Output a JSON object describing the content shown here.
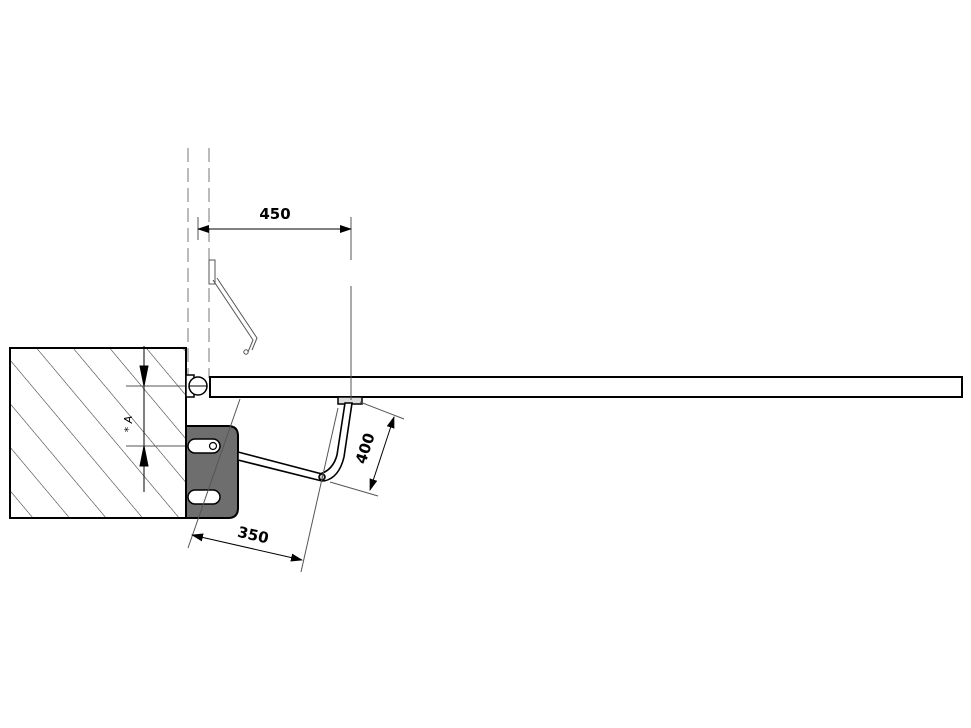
{
  "dimensions": {
    "d450": "450",
    "d400": "400",
    "d350": "350",
    "note_a": "* A"
  },
  "colors": {
    "line": "#000000",
    "thin_line": "#555555",
    "operator_fill": "#6e6e6e",
    "hatch": "#222222",
    "background": "#ffffff"
  }
}
